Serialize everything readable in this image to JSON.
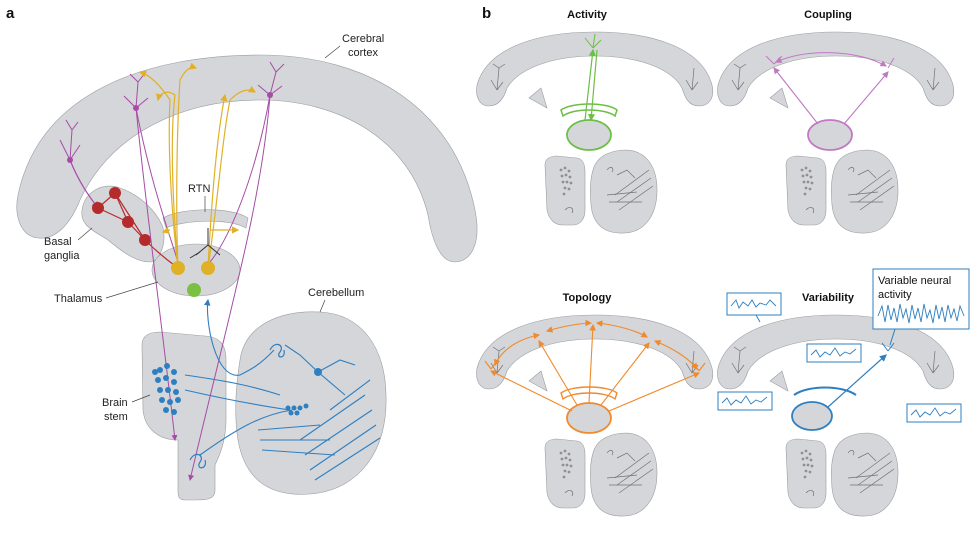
{
  "panels": {
    "a": {
      "letter": "a",
      "labels": {
        "cortex": [
          "Cerebral",
          "cortex"
        ],
        "rtn": "RTN",
        "basal": [
          "Basal",
          "ganglia"
        ],
        "thalamus": "Thalamus",
        "cerebellum": "Cerebellum",
        "brainstem": [
          "Brain",
          "stem"
        ]
      }
    },
    "b": {
      "letter": "b",
      "titles": [
        "Activity",
        "Coupling",
        "Topology",
        "Variability"
      ],
      "callout": [
        "Variable neural",
        "activity"
      ]
    }
  },
  "colors": {
    "tissue": "#d4d6d9",
    "cortical_neuron": "#a64ca6",
    "basal_ganglia": "#b52b2b",
    "thalamic_neuron": "#e0b127",
    "rtn_neuron": "#7bc043",
    "cerebellar": "#2e7fc1",
    "activity": "#6cbf45",
    "coupling": "#c079c4",
    "topology": "#f08a2c",
    "variability": "#2e7fc1"
  }
}
